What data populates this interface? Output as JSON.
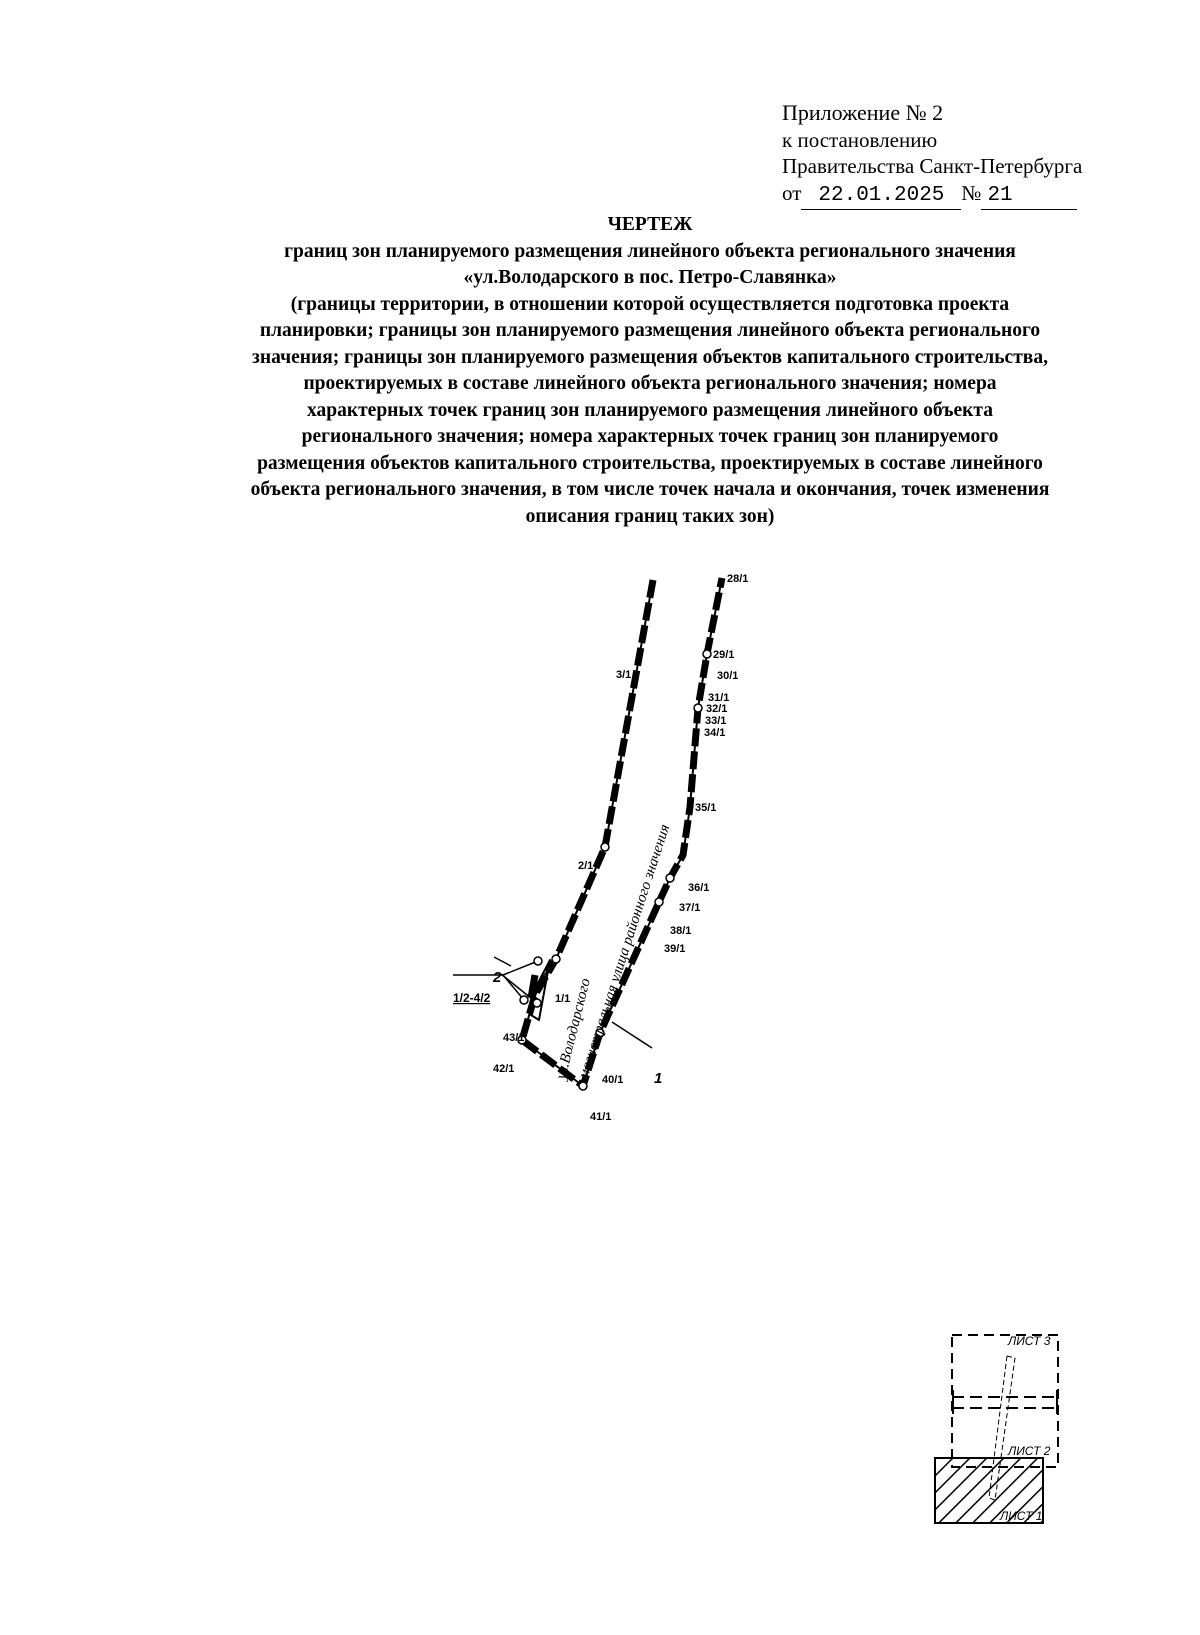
{
  "header": {
    "line1": "Приложение № 2",
    "line2": "к постановлению",
    "line3": "Правительства Санкт-Петербурга",
    "date_prefix": "от",
    "date": "22.01.2025",
    "number_prefix": "№",
    "number": "21"
  },
  "title": {
    "heading": "ЧЕРТЕЖ",
    "lines": [
      "границ зон планируемого размещения линейного объекта регионального значения",
      "«ул.Володарского в пос. Петро-Славянка»",
      "(границы территории, в отношении которой осуществляется подготовка проекта",
      "планировки; границы зон планируемого размещения линейного объекта регионального",
      "значения; границы зон планируемого размещения объектов капитального строительства,",
      "проектируемых в составе линейного объекта регионального значения; номера",
      "характерных точек границ зон планируемого размещения линейного объекта",
      "регионального значения; номера характерных точек границ зон планируемого",
      "размещения объектов капитального строительства, проектируемых в составе линейного",
      "объекта регионального значения, в том числе точек начала и окончания, точек изменения",
      "описания границ таких зон)"
    ]
  },
  "drawing": {
    "point_labels": [
      "28/1",
      "29/1",
      "30/1",
      "31/1",
      "32/1",
      "33/1",
      "34/1",
      "35/1",
      "36/1",
      "37/1",
      "38/1",
      "39/1",
      "40/1",
      "41/1",
      "42/1",
      "43/1",
      "1/1",
      "2/1",
      "3/1"
    ],
    "zone_labels": {
      "zone1": "1",
      "zone2": "2",
      "zone12": "1/2-4/2"
    },
    "street_line1": "ул.Володарского",
    "street_line2": "магистральная улица районного значения"
  },
  "keymap": {
    "sheet3": "ЛИСТ 3",
    "sheet2": "ЛИСТ 2",
    "sheet1": "ЛИСТ 1"
  }
}
